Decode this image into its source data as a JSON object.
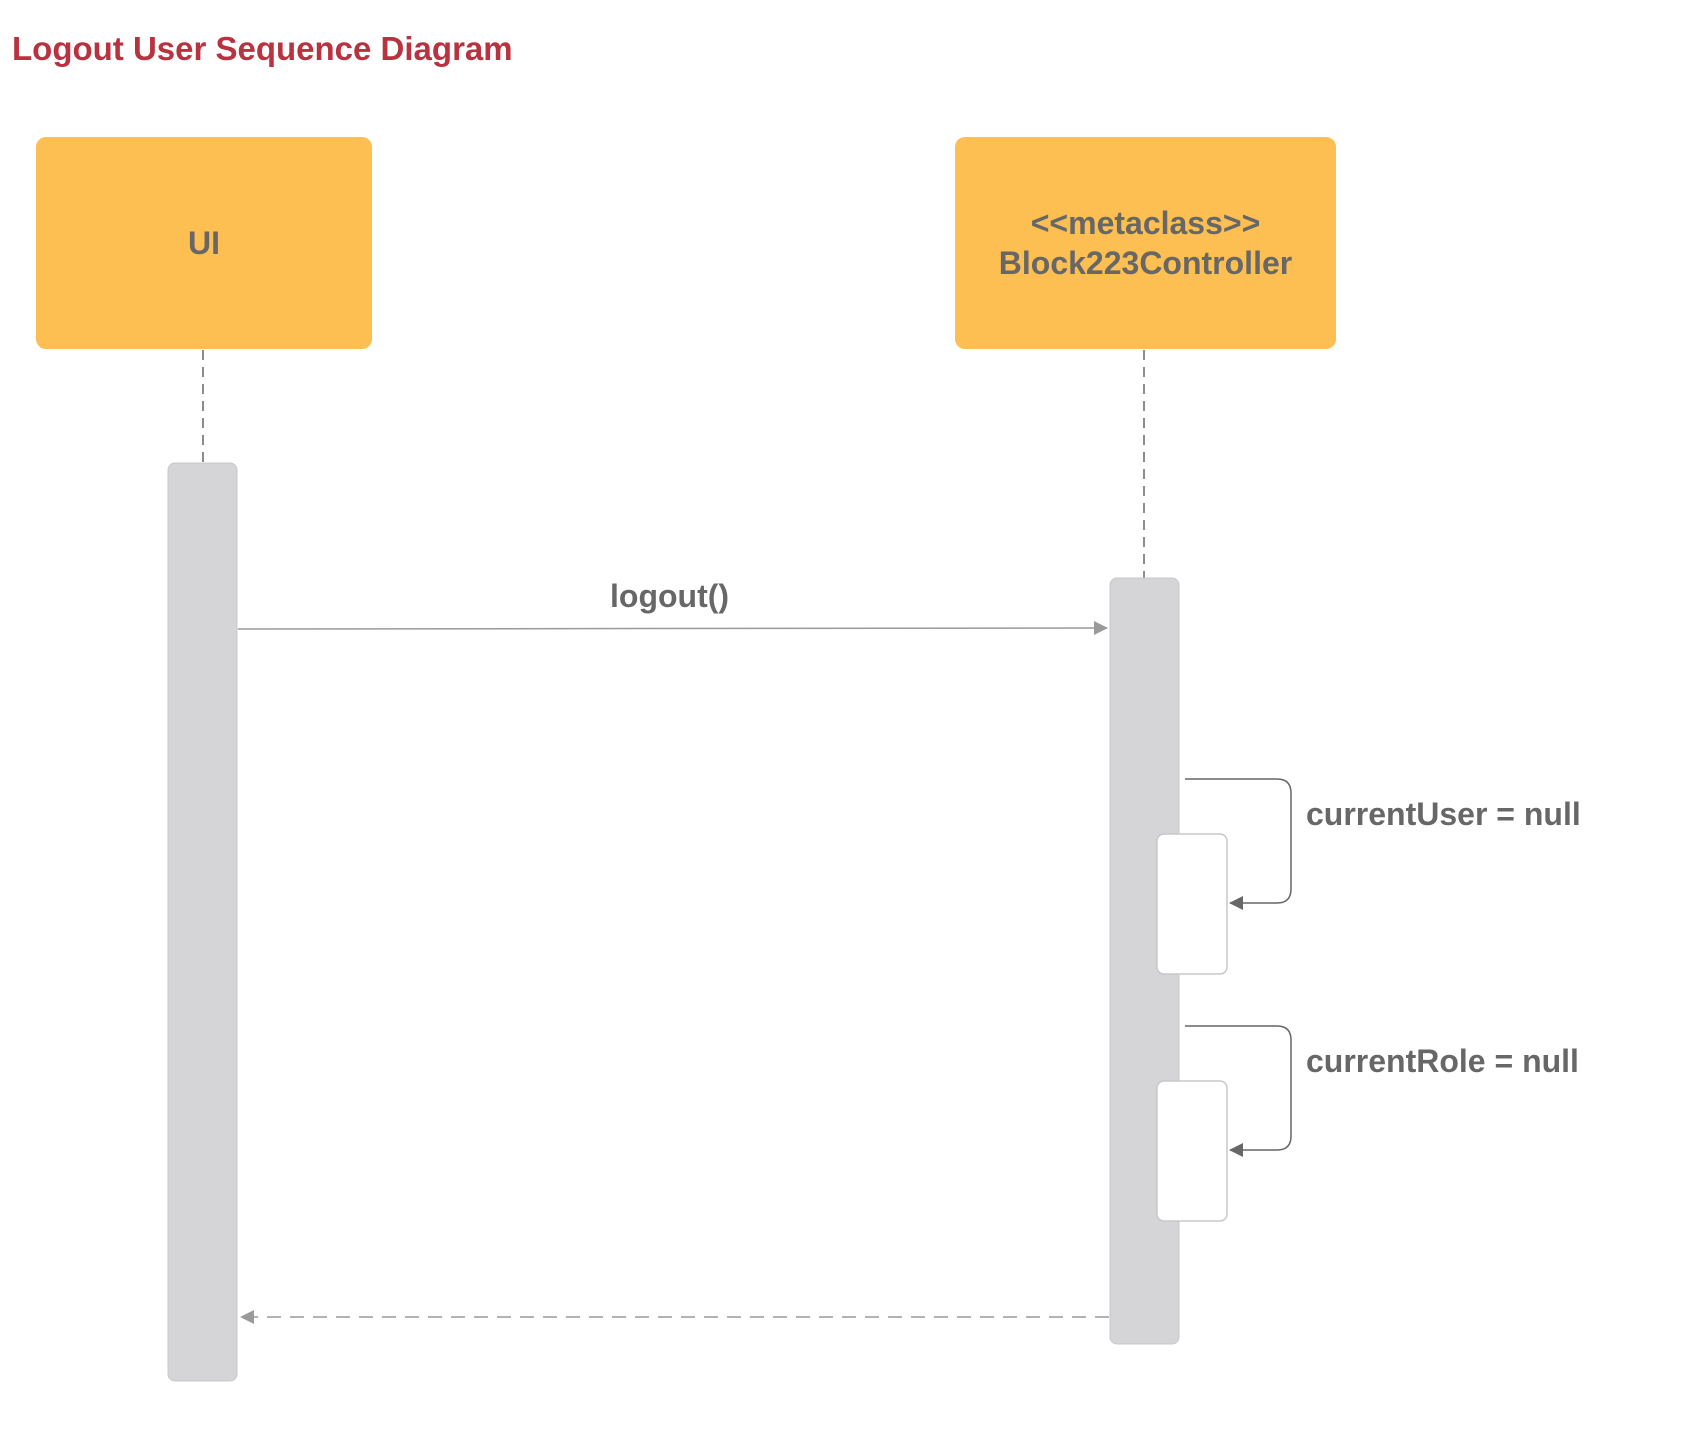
{
  "title": "Logout User Sequence Diagram",
  "participants": {
    "ui": {
      "name": "UI"
    },
    "controller": {
      "stereotype": "<<metaclass>>",
      "name": "Block223Controller"
    }
  },
  "messages": {
    "logout": {
      "label": "logout()"
    },
    "set_user": {
      "label": "currentUser = null"
    },
    "set_role": {
      "label": "currentRole = null"
    }
  },
  "colors": {
    "title": "#b8323f",
    "participant_fill": "#fdbe52",
    "text": "#676767",
    "activation": "#d5d5d7",
    "arrow": "#9a9a9a"
  }
}
